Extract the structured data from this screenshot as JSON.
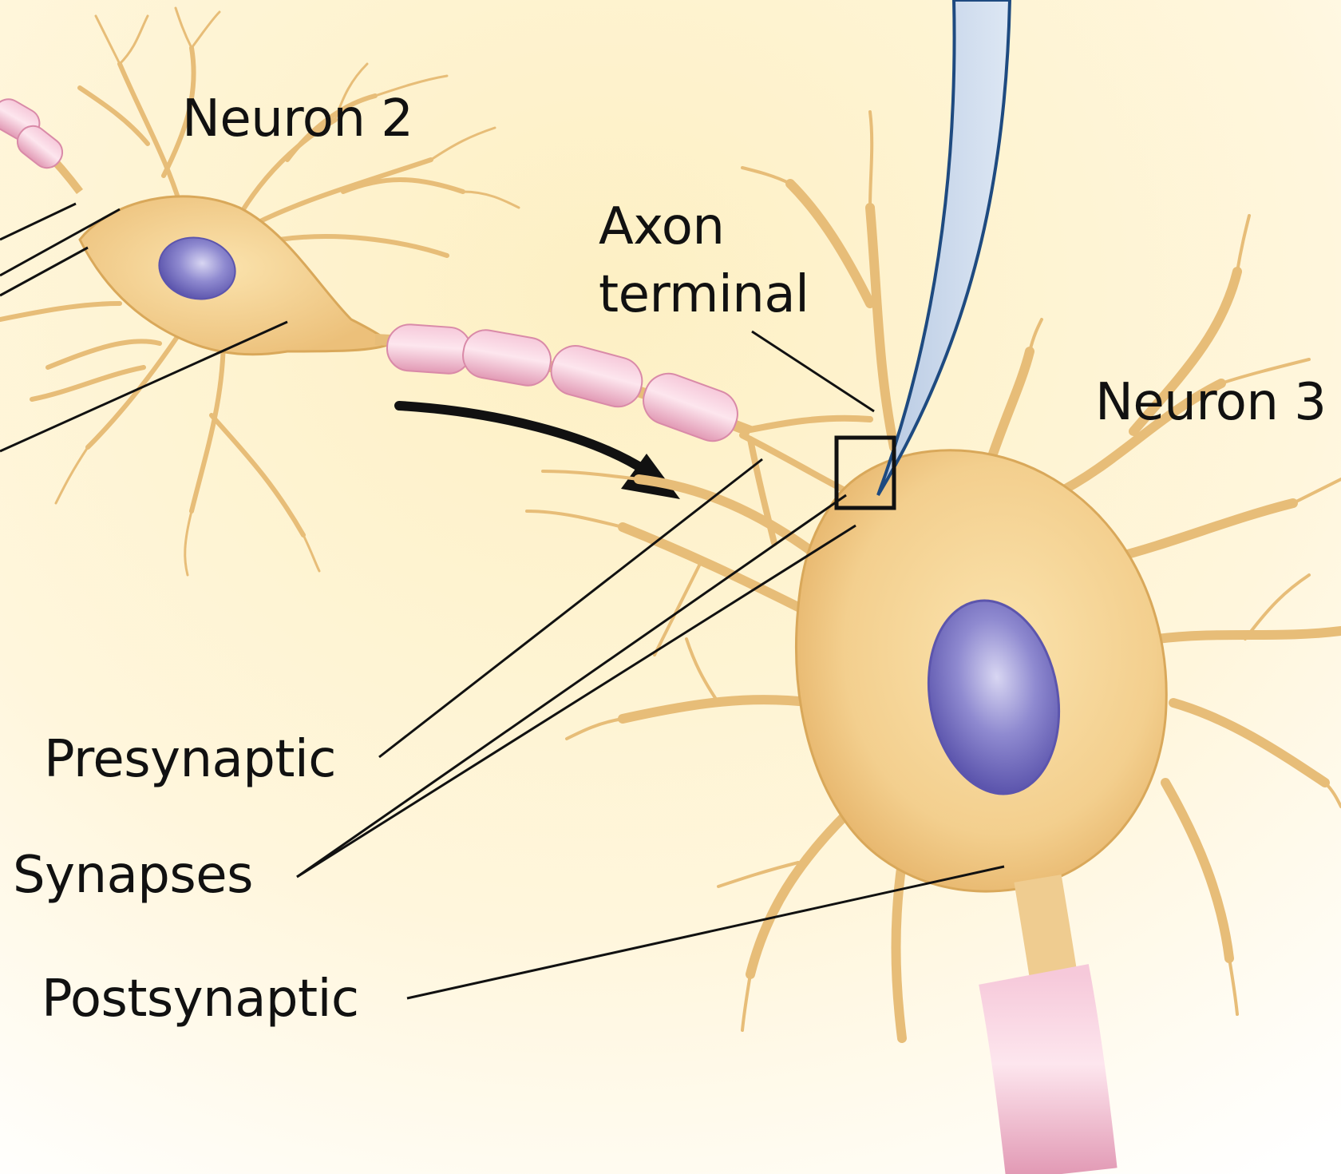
{
  "labels": {
    "neuron_2": "Neuron 2",
    "axon_terminal_line1": "Axon",
    "axon_terminal_line2": "terminal",
    "neuron_3": "Neuron 3",
    "presynaptic": "Presynaptic",
    "synapses": "Synapses",
    "postsynaptic": "Postsynaptic"
  },
  "colors": {
    "background_top": "#fdf0c4",
    "background_bottom": "#ffffff",
    "cell_body": "#f3cf8e",
    "cell_outline": "#d9a85a",
    "nucleus": "#7a74c4",
    "myelin": "#efb0c8",
    "pipette_fill": "#c8d6ea",
    "pipette_outline": "#1e4a80",
    "leader_line": "#111111"
  }
}
